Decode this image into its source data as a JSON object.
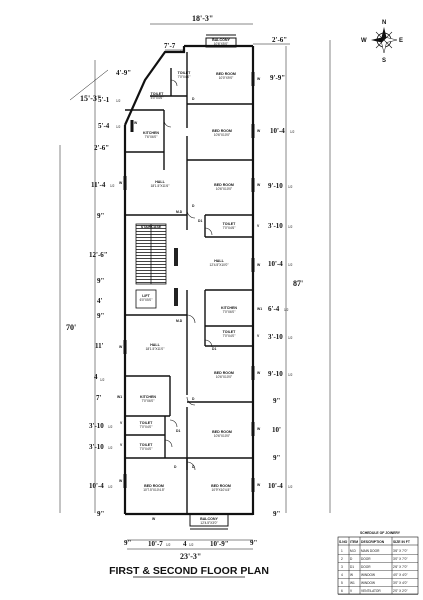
{
  "title": "FIRST & SECOND FLOOR PLAN",
  "compass": {
    "n": "N",
    "s": "S",
    "e": "E",
    "w": "W"
  },
  "dims": {
    "top": "18'-3\"",
    "top_notch": "7'-7",
    "top_notch_frac": "1/2",
    "top_right": "2'-6\"",
    "bottom_overall": "23'-3\"",
    "bottom_left": "10'-7",
    "bottom_left_frac": "1/2",
    "bottom_mid": "4",
    "bottom_mid_frac": "1/2",
    "bottom_right": "10'-9\"",
    "bottom_9a": "9\"",
    "bottom_9b": "9\"",
    "left_overall": "70'",
    "left_wing": "15'-3\"",
    "left_4_9": "4'-9\"",
    "left_5_1": "5'-1",
    "left_5_1_frac": "1/2",
    "left_5_4": "5'-4",
    "left_5_4_frac": "1/2",
    "left_2_6": "2'-6\"",
    "left_11_4": "11'-4",
    "left_11_4_frac": "1/2",
    "left_9a": "9\"",
    "left_12_6": "12'-6\"",
    "left_9b": "9\"",
    "left_4": "4'",
    "left_9c": "9\"",
    "left_11": "11'",
    "left_4_half": "4",
    "left_4_half_frac": "1/2",
    "left_7": "7'",
    "left_3_10a": "3'-10",
    "left_3_10a_frac": "1/2",
    "left_3_10b": "3'-10",
    "left_3_10b_frac": "1/2",
    "left_10_4": "10'-4",
    "left_10_4_frac": "1/2",
    "left_9d": "9\"",
    "right_overall": "87'",
    "right_9_9": "9'-9\"",
    "right_10_4a": "10'-4",
    "right_10_4a_frac": "1/2",
    "right_9_10a": "9'-10",
    "right_9_10a_frac": "1/2",
    "right_3_10a": "3'-10",
    "right_3_10a_frac": "1/2",
    "right_10_4b": "10'-4",
    "right_10_4b_frac": "1/2",
    "right_6_4": "6'-4",
    "right_6_4_frac": "1/2",
    "right_3_10b": "3'-10",
    "right_3_10b_frac": "1/2",
    "right_9_10b": "9'-10",
    "right_9_10b_frac": "1/2",
    "right_9a": "9\"",
    "right_10": "10'",
    "right_9b": "9\"",
    "right_10_4c": "10'-4",
    "right_10_4c_frac": "1/2",
    "right_9c": "9\""
  },
  "rooms": {
    "balcony_top": {
      "name": "BALCONY",
      "size": "10'6\"X5'0\""
    },
    "toilet_1": {
      "name": "TOILET",
      "size": "7'0\"X4'0\""
    },
    "toilet_2": {
      "name": "TOILET",
      "size": "5'0\"X4'6\""
    },
    "bedroom_1": {
      "name": "BED ROOM",
      "size": "10'0\"X9'0\""
    },
    "kitchen_1": {
      "name": "KITCHEN",
      "size": "7'6\"X6'0\""
    },
    "bedroom_2": {
      "name": "BED ROOM",
      "size": "10'6\"X10'0\""
    },
    "hall_1": {
      "name": "HALL",
      "size": "18'1.5\"X11'6\""
    },
    "bedroom_3": {
      "name": "BED ROOM",
      "size": "10'6\"X10'0\""
    },
    "toilet_3": {
      "name": "TOILET",
      "size": "7'0\"X4'6\""
    },
    "staircase": {
      "name": "STAIRCASE"
    },
    "hall_2": {
      "name": "HALL",
      "size": "12'4.5\"X10'0\""
    },
    "lift": {
      "name": "LIFT",
      "size": "6'0\"X5'0\""
    },
    "kitchen_2": {
      "name": "KITCHEN",
      "size": "7'0\"X6'0\""
    },
    "toilet_4": {
      "name": "TOILET",
      "size": "7'0\"X4'0\""
    },
    "hall_3": {
      "name": "HALL",
      "size": "18'1.5\"X11'0\""
    },
    "bedroom_4": {
      "name": "BED ROOM",
      "size": "10'6\"X10'0\""
    },
    "kitchen_3": {
      "name": "KITCHEN",
      "size": "7'0\"X6'0\""
    },
    "toilet_5": {
      "name": "TOILET",
      "size": "7'0\"X4'0\""
    },
    "toilet_6": {
      "name": "TOILET",
      "size": "7'0\"X4'0\""
    },
    "bedroom_5": {
      "name": "BED ROOM",
      "size": "10'6\"X10'0\""
    },
    "bedroom_6": {
      "name": "BED ROOM",
      "size": "10'7.5\"X10'4.5\""
    },
    "bedroom_7": {
      "name": "BED ROOM",
      "size": "10'9\"X10'4.5\""
    },
    "balcony_bottom": {
      "name": "BALCONY",
      "size": "12'4.5\"X3'0\""
    }
  },
  "codes": {
    "w": "W",
    "d": "D",
    "d1": "D1",
    "v": "V",
    "md": "M.D",
    "w1": "W1"
  },
  "schedule": {
    "title": "SCHEDULE OF JOINERY",
    "headers": [
      "S.NO",
      "ITEM",
      "DESCRIPTION",
      "SIZE IN FT"
    ],
    "rows": [
      [
        "1",
        "M.D",
        "MAIN DOOR",
        "3'6\" X 7'0\""
      ],
      [
        "2",
        "D",
        "DOOR",
        "3'0\" X 7'0\""
      ],
      [
        "3",
        "D1",
        "DOOR",
        "2'6\" X 7'0\""
      ],
      [
        "4",
        "W",
        "WINDOW",
        "4'0\" X 4'0\""
      ],
      [
        "5",
        "W1",
        "WINDOW",
        "3'0\" X 4'0\""
      ],
      [
        "6",
        "V",
        "VENTILATOR",
        "2'0\" X 2'0\""
      ]
    ]
  }
}
